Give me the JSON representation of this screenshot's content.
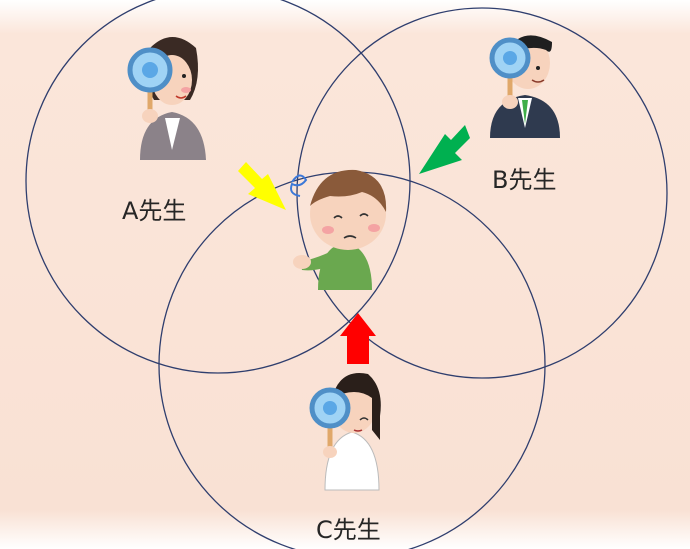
{
  "teachers": [
    {
      "id": "a",
      "label": "A先生"
    },
    {
      "id": "b",
      "label": "B先生"
    },
    {
      "id": "c",
      "label": "C先生"
    }
  ],
  "arrow_colors": {
    "a": "#ffff00",
    "b": "#00b050",
    "c": "#ff0000"
  },
  "icons": {
    "observer": "magnifying-glass-icon",
    "student": "thinking-student-icon"
  }
}
